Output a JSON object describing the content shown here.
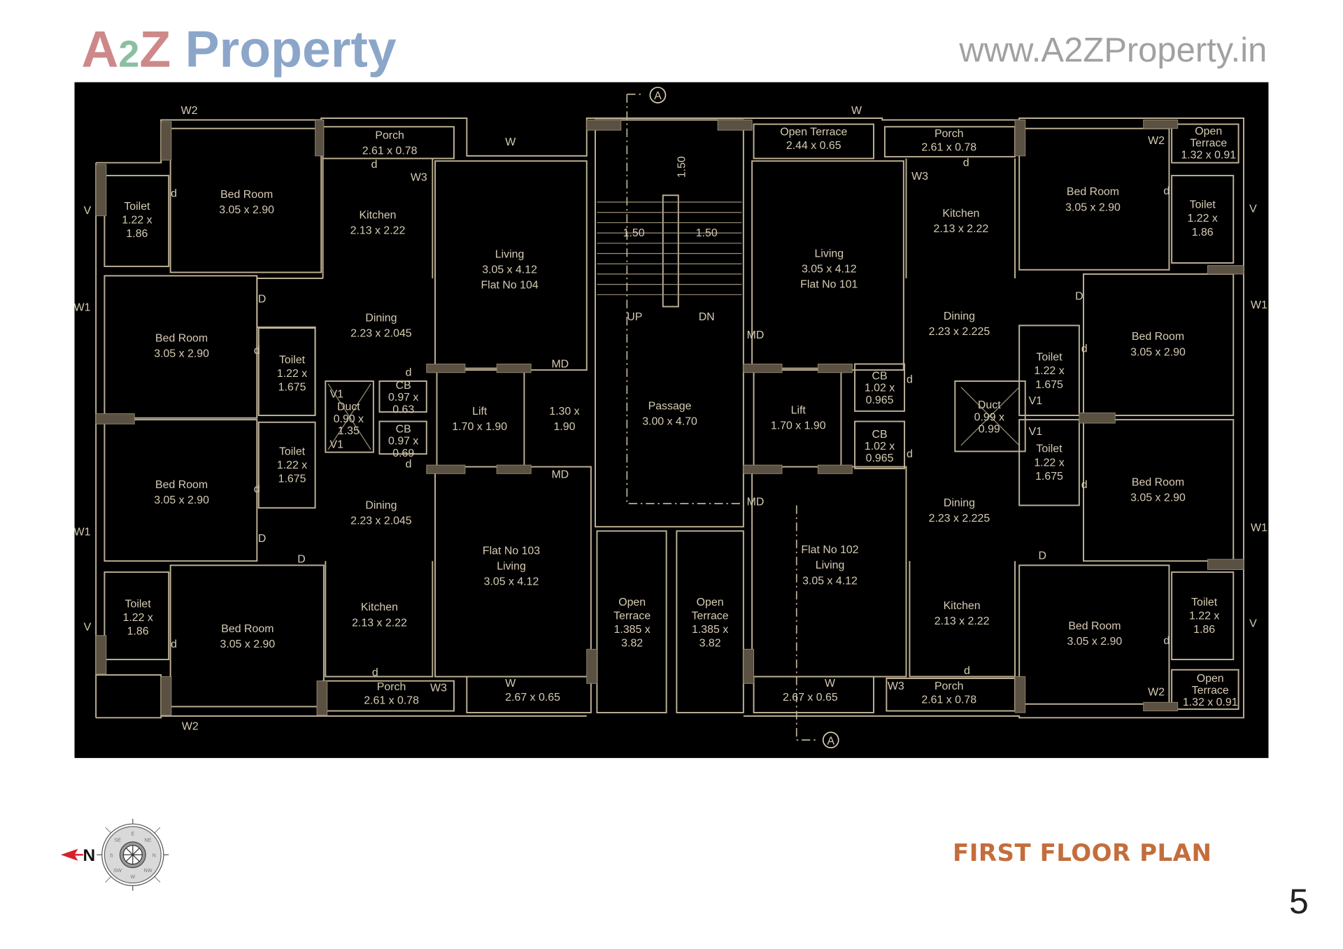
{
  "page": {
    "title": "FIRST FLOOR PLAN",
    "page_number": "5",
    "north_label": "N",
    "compass_points": [
      "E",
      "NE",
      "N",
      "NW",
      "W",
      "SW",
      "S",
      "SE"
    ],
    "colors": {
      "title": "#c46d3c",
      "plan_background": "#000000",
      "walls": "#bdb095",
      "north_arrow": "#d8202a"
    }
  },
  "watermarks": {
    "logo": {
      "a": "A",
      "two": "2",
      "z": "Z",
      "rest": " Property"
    },
    "url": "www.A2ZProperty.in"
  },
  "plan": {
    "labels": [
      [
        "Porch",
        "2.61 x 0.78"
      ],
      [
        "Bed Room",
        "3.05 x 2.90"
      ],
      [
        "Toilet",
        "1.22 x",
        "1.86"
      ],
      [
        "Kitchen",
        "2.13 x 2.22"
      ],
      [
        "Living",
        "3.05 x 4.12",
        "Flat No 104"
      ],
      [
        "Dining",
        "2.23 x 2.045"
      ],
      [
        "Bed Room",
        "3.05 x 2.90"
      ],
      [
        "Toilet",
        "1.22 x",
        "1.675"
      ],
      [
        "Duct",
        "0.90 x",
        "1.35"
      ],
      [
        "CB",
        "0.97 x",
        "0.63"
      ],
      [
        "CB",
        "0.97 x",
        "0.69"
      ],
      [
        "Lift",
        "1.70 x 1.90"
      ],
      [
        "1.30 x",
        "1.90"
      ],
      [
        "Toilet",
        "1.22 x",
        "1.675"
      ],
      [
        "Bed Room",
        "3.05 x 2.90"
      ],
      [
        "Dining",
        "2.23 x 2.045"
      ],
      [
        "Flat No 103",
        "Living",
        "3.05 x 4.12"
      ],
      [
        "Toilet",
        "1.22 x",
        "1.86"
      ],
      [
        "Bed Room",
        "3.05 x 2.90"
      ],
      [
        "Kitchen",
        "2.13 x 2.22"
      ],
      [
        "Porch",
        "2.61 x 0.78"
      ],
      [
        "2.67 x 0.65"
      ],
      [
        "Passage",
        "3.00 x 4.70"
      ],
      [
        "Open",
        "Terrace",
        "1.385 x",
        "3.82"
      ],
      [
        "Open",
        "Terrace",
        "1.385 x",
        "3.82"
      ],
      [
        "Open Terrace",
        "2.44 x 0.65"
      ],
      [
        "Porch",
        "2.61 x 0.78"
      ],
      [
        "Kitchen",
        "2.13 x 2.22"
      ],
      [
        "Living",
        "3.05 x 4.12",
        "Flat No 101"
      ],
      [
        "Bed Room",
        "3.05 x 2.90"
      ],
      [
        "Toilet",
        "1.22 x",
        "1.86"
      ],
      [
        "Open",
        "Terrace",
        "1.32 x 0.91"
      ],
      [
        "Dining",
        "2.23 x 2.225"
      ],
      [
        "Bed Room",
        "3.05 x 2.90"
      ],
      [
        "Toilet",
        "1.22 x",
        "1.675"
      ],
      [
        "CB",
        "1.02 x",
        "0.965"
      ],
      [
        "Lift",
        "1.70 x 1.90"
      ],
      [
        "Duct",
        "0.99 x",
        "0.99"
      ],
      [
        "CB",
        "1.02 x",
        "0.965"
      ],
      [
        "Toilet",
        "1.22 x",
        "1.675"
      ],
      [
        "Bed Room",
        "3.05 x 2.90"
      ],
      [
        "Dining",
        "2.23 x 2.225"
      ],
      [
        "Flat No 102",
        "Living",
        "3.05 x 4.12"
      ],
      [
        "Kitchen",
        "2.13 x 2.22"
      ],
      [
        "Bed Room",
        "3.05 x 2.90"
      ],
      [
        "Toilet",
        "1.22 x",
        "1.86"
      ],
      [
        "Open",
        "Terrace",
        "1.32 x 0.91"
      ],
      [
        "Porch",
        "2.61 x 0.78"
      ],
      [
        "2.67 x 0.65"
      ]
    ],
    "markers": [
      "W2",
      "W",
      "W3",
      "d",
      "d",
      "V",
      "W1",
      "D",
      "d",
      "MD",
      "MD",
      "d",
      "D",
      "W1",
      "D",
      "V",
      "d",
      "d",
      "W3",
      "W",
      "W2",
      "W3",
      "d",
      "d",
      "V",
      "W2",
      "D",
      "W1",
      "d",
      "MD",
      "d",
      "V1",
      "V1",
      "d",
      "d",
      "MD",
      "D",
      "V",
      "d",
      "W2",
      "W3",
      "d",
      "W",
      "W",
      "W1",
      "UP",
      "DN",
      "1.50",
      "1.50",
      "1.50",
      "A",
      "A",
      "V1",
      "V1",
      "d",
      "d"
    ]
  }
}
